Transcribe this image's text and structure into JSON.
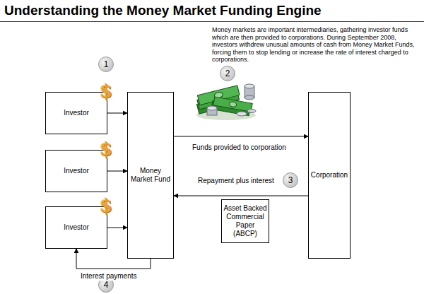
{
  "diagram": {
    "title": "Understanding the Money Market Funding Engine",
    "nodes": [
      {
        "text": [
          "Investor"
        ]
      },
      {
        "text": [
          "Investor"
        ]
      },
      {
        "text": [
          "Investor"
        ]
      },
      {
        "text": [
          "Money Market Fund"
        ]
      },
      {
        "text": [
          "Corporation"
        ]
      },
      {
        "text": [
          "Asset Backed Commercial Paper (ABCP)"
        ]
      }
    ],
    "edges": [
      {
        "from": 0,
        "to": 3,
        "arrow": "to"
      },
      {
        "from": 1,
        "to": 3,
        "arrow": "to"
      },
      {
        "from": 2,
        "to": 3,
        "arrow": "to"
      },
      {
        "from": 3,
        "to": 4,
        "label": "Funds provided to corporation",
        "arrow": "to"
      },
      {
        "from": 4,
        "to": 3,
        "label": "Repayment plus interest",
        "arrow": "to"
      },
      {
        "from": 3,
        "to": 2,
        "label": "Interest payments",
        "arrow": "to"
      }
    ],
    "labels": [
      "Money markets are important intermediaries, gathering investor funds which are then provided to corporations. During September 2008, investors withdrew unusual amounts of cash from Money Market Funds, forcing them to stop lending or increase the rate of interest charged to corporations.",
      "1",
      "$",
      "$",
      "$",
      "2",
      "3",
      "4"
    ]
  }
}
